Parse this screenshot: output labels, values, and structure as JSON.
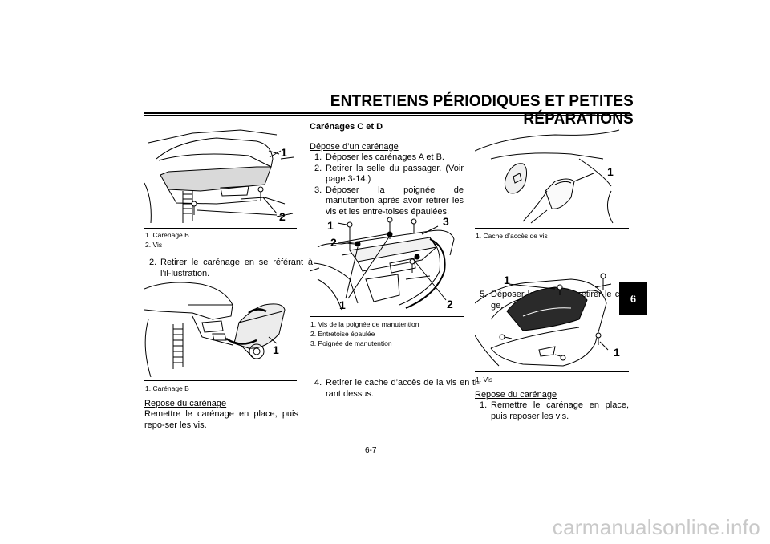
{
  "header": {
    "title": "ENTRETIENS PÉRIODIQUES ET PETITES RÉPARATIONS",
    "chapter_tab": "6"
  },
  "left_column": {
    "fig1_callouts": [
      "1",
      "2"
    ],
    "fig1_captions": [
      "1. Carénage B",
      "2. Vis"
    ],
    "step2": {
      "num": "2.",
      "text": "Retirer le carénage en se référant à l’il-lustration."
    },
    "fig2_callouts": [
      "1"
    ],
    "fig2_captions": [
      "1. Carénage B"
    ],
    "repose_heading": "Repose du carénage",
    "repose_text": "Remettre le carénage en place, puis repo-ser les vis."
  },
  "middle_column": {
    "section_title": "Carénages C et D",
    "depose_heading": "Dépose d’un carénage",
    "steps": [
      {
        "num": "1.",
        "text": "Déposer les carénages A et B."
      },
      {
        "num": "2.",
        "text": "Retirer la selle du passager. (Voir page 3-14.)"
      },
      {
        "num": "3.",
        "text": "Déposer la poignée de manutention après avoir retirer les vis et les entre-toises épaulées."
      }
    ],
    "fig_callouts": [
      "1",
      "2",
      "3",
      "1",
      "2"
    ],
    "fig_captions": [
      "1. Vis de la poignée de manutention",
      "2. Entretoise épaulée",
      "3. Poignée de manutention"
    ],
    "step4": {
      "num": "4.",
      "text": "Retirer le cache d’accès de la vis en ti-rant dessus."
    }
  },
  "right_column": {
    "fig1_callouts": [
      "1"
    ],
    "fig1_captions": [
      "1. Cache d’accès de vis"
    ],
    "step5": {
      "num": "5.",
      "text": "Déposer les vis, puis retirer le caréna-ge."
    },
    "fig2_callouts": [
      "1",
      "1"
    ],
    "fig2_captions": [
      "1. Vis"
    ],
    "repose_heading": "Repose du carénage",
    "steps": [
      {
        "num": "1.",
        "text": "Remettre le carénage en place, puis reposer les vis."
      }
    ]
  },
  "footer": {
    "page_number": "6-7",
    "watermark": "carmanualsonline.info"
  }
}
